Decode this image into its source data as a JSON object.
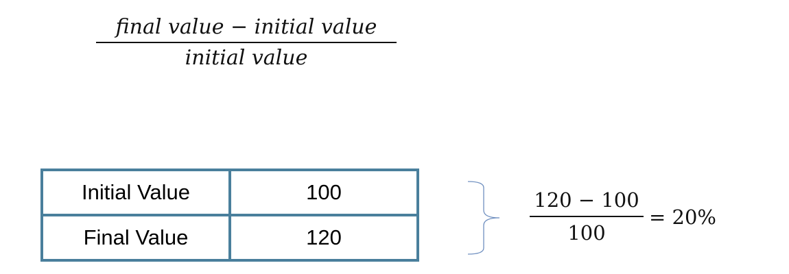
{
  "formula": {
    "numerator": "final value − initial value",
    "denominator": "initial value"
  },
  "table": {
    "rows": [
      {
        "label": "Initial Value",
        "value": "100"
      },
      {
        "label": "Final Value",
        "value": "120"
      }
    ]
  },
  "border_color": "#4a7f9c",
  "result": {
    "numerator": "120 − 100",
    "denominator": "100",
    "equals": "= 20%"
  }
}
